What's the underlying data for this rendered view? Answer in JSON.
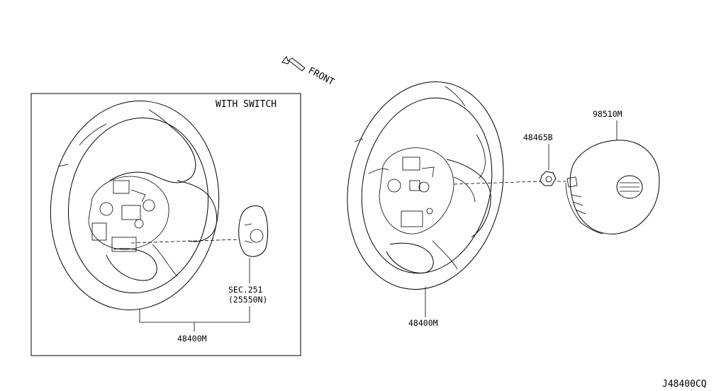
{
  "inset": {
    "title": "WITH SWITCH"
  },
  "front_label": "FRONT",
  "parts": {
    "wheel_with_switch": "48400M",
    "switch_sec": "SEC.251",
    "switch_ref": "(25550N)",
    "wheel": "48400M",
    "nut": "48465B",
    "airbag": "98510M"
  },
  "diagram_code": "J48400CQ"
}
